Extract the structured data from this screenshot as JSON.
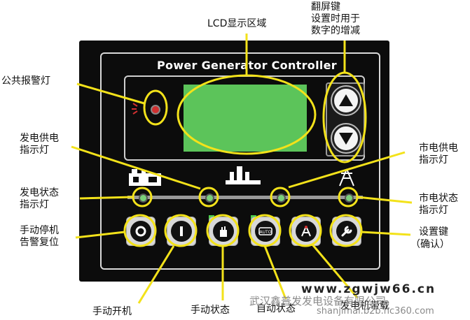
{
  "panel": {
    "title": "Power Generator Controller"
  },
  "labels": {
    "lcd_area": "LCD显示区域",
    "page_key_1": "翻屏键",
    "page_key_2": "设置时用于",
    "page_key_3": "数字的增减",
    "public_alarm": "公共报警灯",
    "gen_supply_1": "发电供电",
    "gen_supply_2": "指示灯",
    "mains_supply_1": "市电供电",
    "mains_supply_2": "指示灯",
    "gen_status_1": "发电状态",
    "gen_status_2": "指示灯",
    "mains_status_1": "市电状态",
    "mains_status_2": "指示灯",
    "manual_stop_1": "手动停机",
    "manual_stop_2": "告警复位",
    "setting_key_1": "设置键",
    "setting_key_2": "（确认）",
    "manual_start": "手动开机",
    "manual_state": "手动状态",
    "auto_state": "自动状态",
    "gen_load": "发电机带载"
  },
  "keys": {
    "auto_text": "AUTO"
  },
  "watermark": {
    "site": "www.zgwjw66.cn",
    "company": "武汉鑫普发发电设备有限公司",
    "url_tail": "shanjimai.b2b.hc360.com"
  }
}
